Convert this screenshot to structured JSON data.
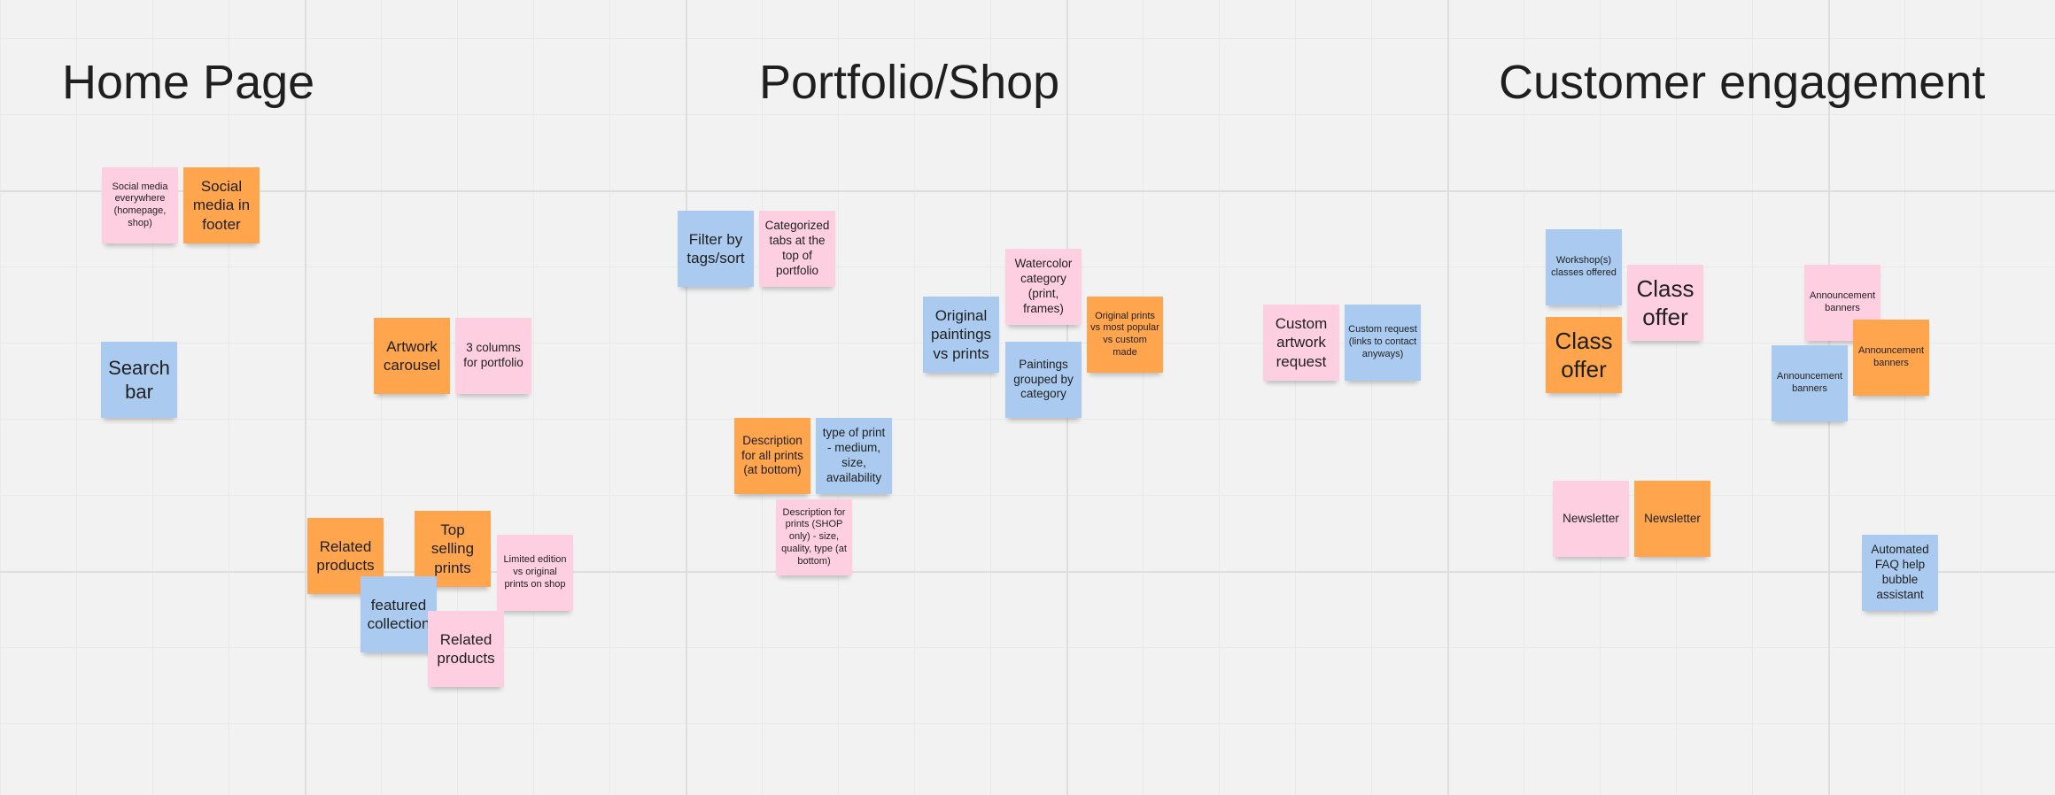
{
  "board": {
    "sections": [
      {
        "title": "Home Page"
      },
      {
        "title": "Portfolio/Shop"
      },
      {
        "title": "Customer engagement"
      }
    ],
    "note_colors": {
      "pink": "#fecfe1",
      "orange": "#fea54d",
      "blue": "#aacbef"
    },
    "notes": [
      {
        "text": "Social media everywhere (homepage, shop)",
        "color": "pink"
      },
      {
        "text": "Social media in footer",
        "color": "orange"
      },
      {
        "text": "Search bar",
        "color": "blue"
      },
      {
        "text": "Artwork carousel",
        "color": "orange"
      },
      {
        "text": "3 columns for portfolio",
        "color": "pink"
      },
      {
        "text": "Related products",
        "color": "orange"
      },
      {
        "text": "Top selling prints",
        "color": "orange"
      },
      {
        "text": "Limited edition vs original prints on shop",
        "color": "pink"
      },
      {
        "text": "featured collection",
        "color": "blue"
      },
      {
        "text": "Related products",
        "color": "pink"
      },
      {
        "text": "Filter by tags/sort",
        "color": "blue"
      },
      {
        "text": "Categorized tabs at the top of portfolio",
        "color": "pink"
      },
      {
        "text": "Watercolor category (print, frames)",
        "color": "pink"
      },
      {
        "text": "Original paintings vs prints",
        "color": "blue"
      },
      {
        "text": "Original prints vs most popular vs custom made",
        "color": "orange"
      },
      {
        "text": "Paintings grouped by category",
        "color": "blue"
      },
      {
        "text": "Description for all prints (at bottom)",
        "color": "orange"
      },
      {
        "text": "type of print - medium, size, availability",
        "color": "blue"
      },
      {
        "text": "Description for prints (SHOP only) - size, quality, type (at bottom)",
        "color": "pink"
      },
      {
        "text": "Custom artwork request",
        "color": "pink"
      },
      {
        "text": "Custom request (links to contact anyways)",
        "color": "blue"
      },
      {
        "text": "Workshop(s) classes offered",
        "color": "blue"
      },
      {
        "text": "Class offer",
        "color": "pink"
      },
      {
        "text": "Class offer",
        "color": "orange"
      },
      {
        "text": "Announcement banners",
        "color": "pink"
      },
      {
        "text": "Announcement banners",
        "color": "orange"
      },
      {
        "text": "Announcement banners",
        "color": "blue"
      },
      {
        "text": "Newsletter",
        "color": "pink"
      },
      {
        "text": "Newsletter",
        "color": "orange"
      },
      {
        "text": "Automated FAQ help bubble assistant",
        "color": "blue"
      }
    ]
  }
}
